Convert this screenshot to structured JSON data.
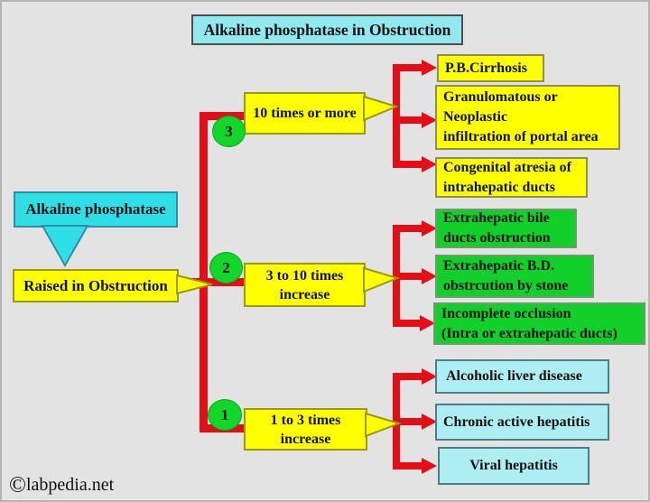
{
  "title": "Alkaline phosphatase in Obstruction",
  "watermark": {
    "symbol": "©",
    "text": "labpedia.net"
  },
  "source": {
    "label": "Alkaline phosphatase",
    "result": "Raised in Obstruction"
  },
  "levels": [
    {
      "number": "3",
      "label": "10 times or more",
      "causes": [
        "P.B.Cirrhosis",
        "Granulomatous or\nNeoplastic\ninfiltration of portal area",
        "Congenital atresia of\nintrahepatic ducts"
      ]
    },
    {
      "number": "2",
      "label": "3 to 10 times\nincrease",
      "causes": [
        "Extrahepatic bile\nducts obstruction",
        "Extrahepatic B.D.\nobstrcution by stone",
        "Incomplete occlusion\n(Intra or extrahepatic ducts)"
      ]
    },
    {
      "number": "1",
      "label": "1 to 3 times\nincrease",
      "causes": [
        "Alcoholic liver disease",
        "Chronic active hepatitis",
        "Viral hepatitis"
      ]
    }
  ],
  "colors": {
    "background": "#e3e3e3",
    "yellow": "#ffff00",
    "green": "#12d02a",
    "light_cyan": "#aceef2",
    "cyan": "#2fdfe8",
    "title_cyan": "#8fe9ee",
    "red_connector": "#e60d16"
  }
}
